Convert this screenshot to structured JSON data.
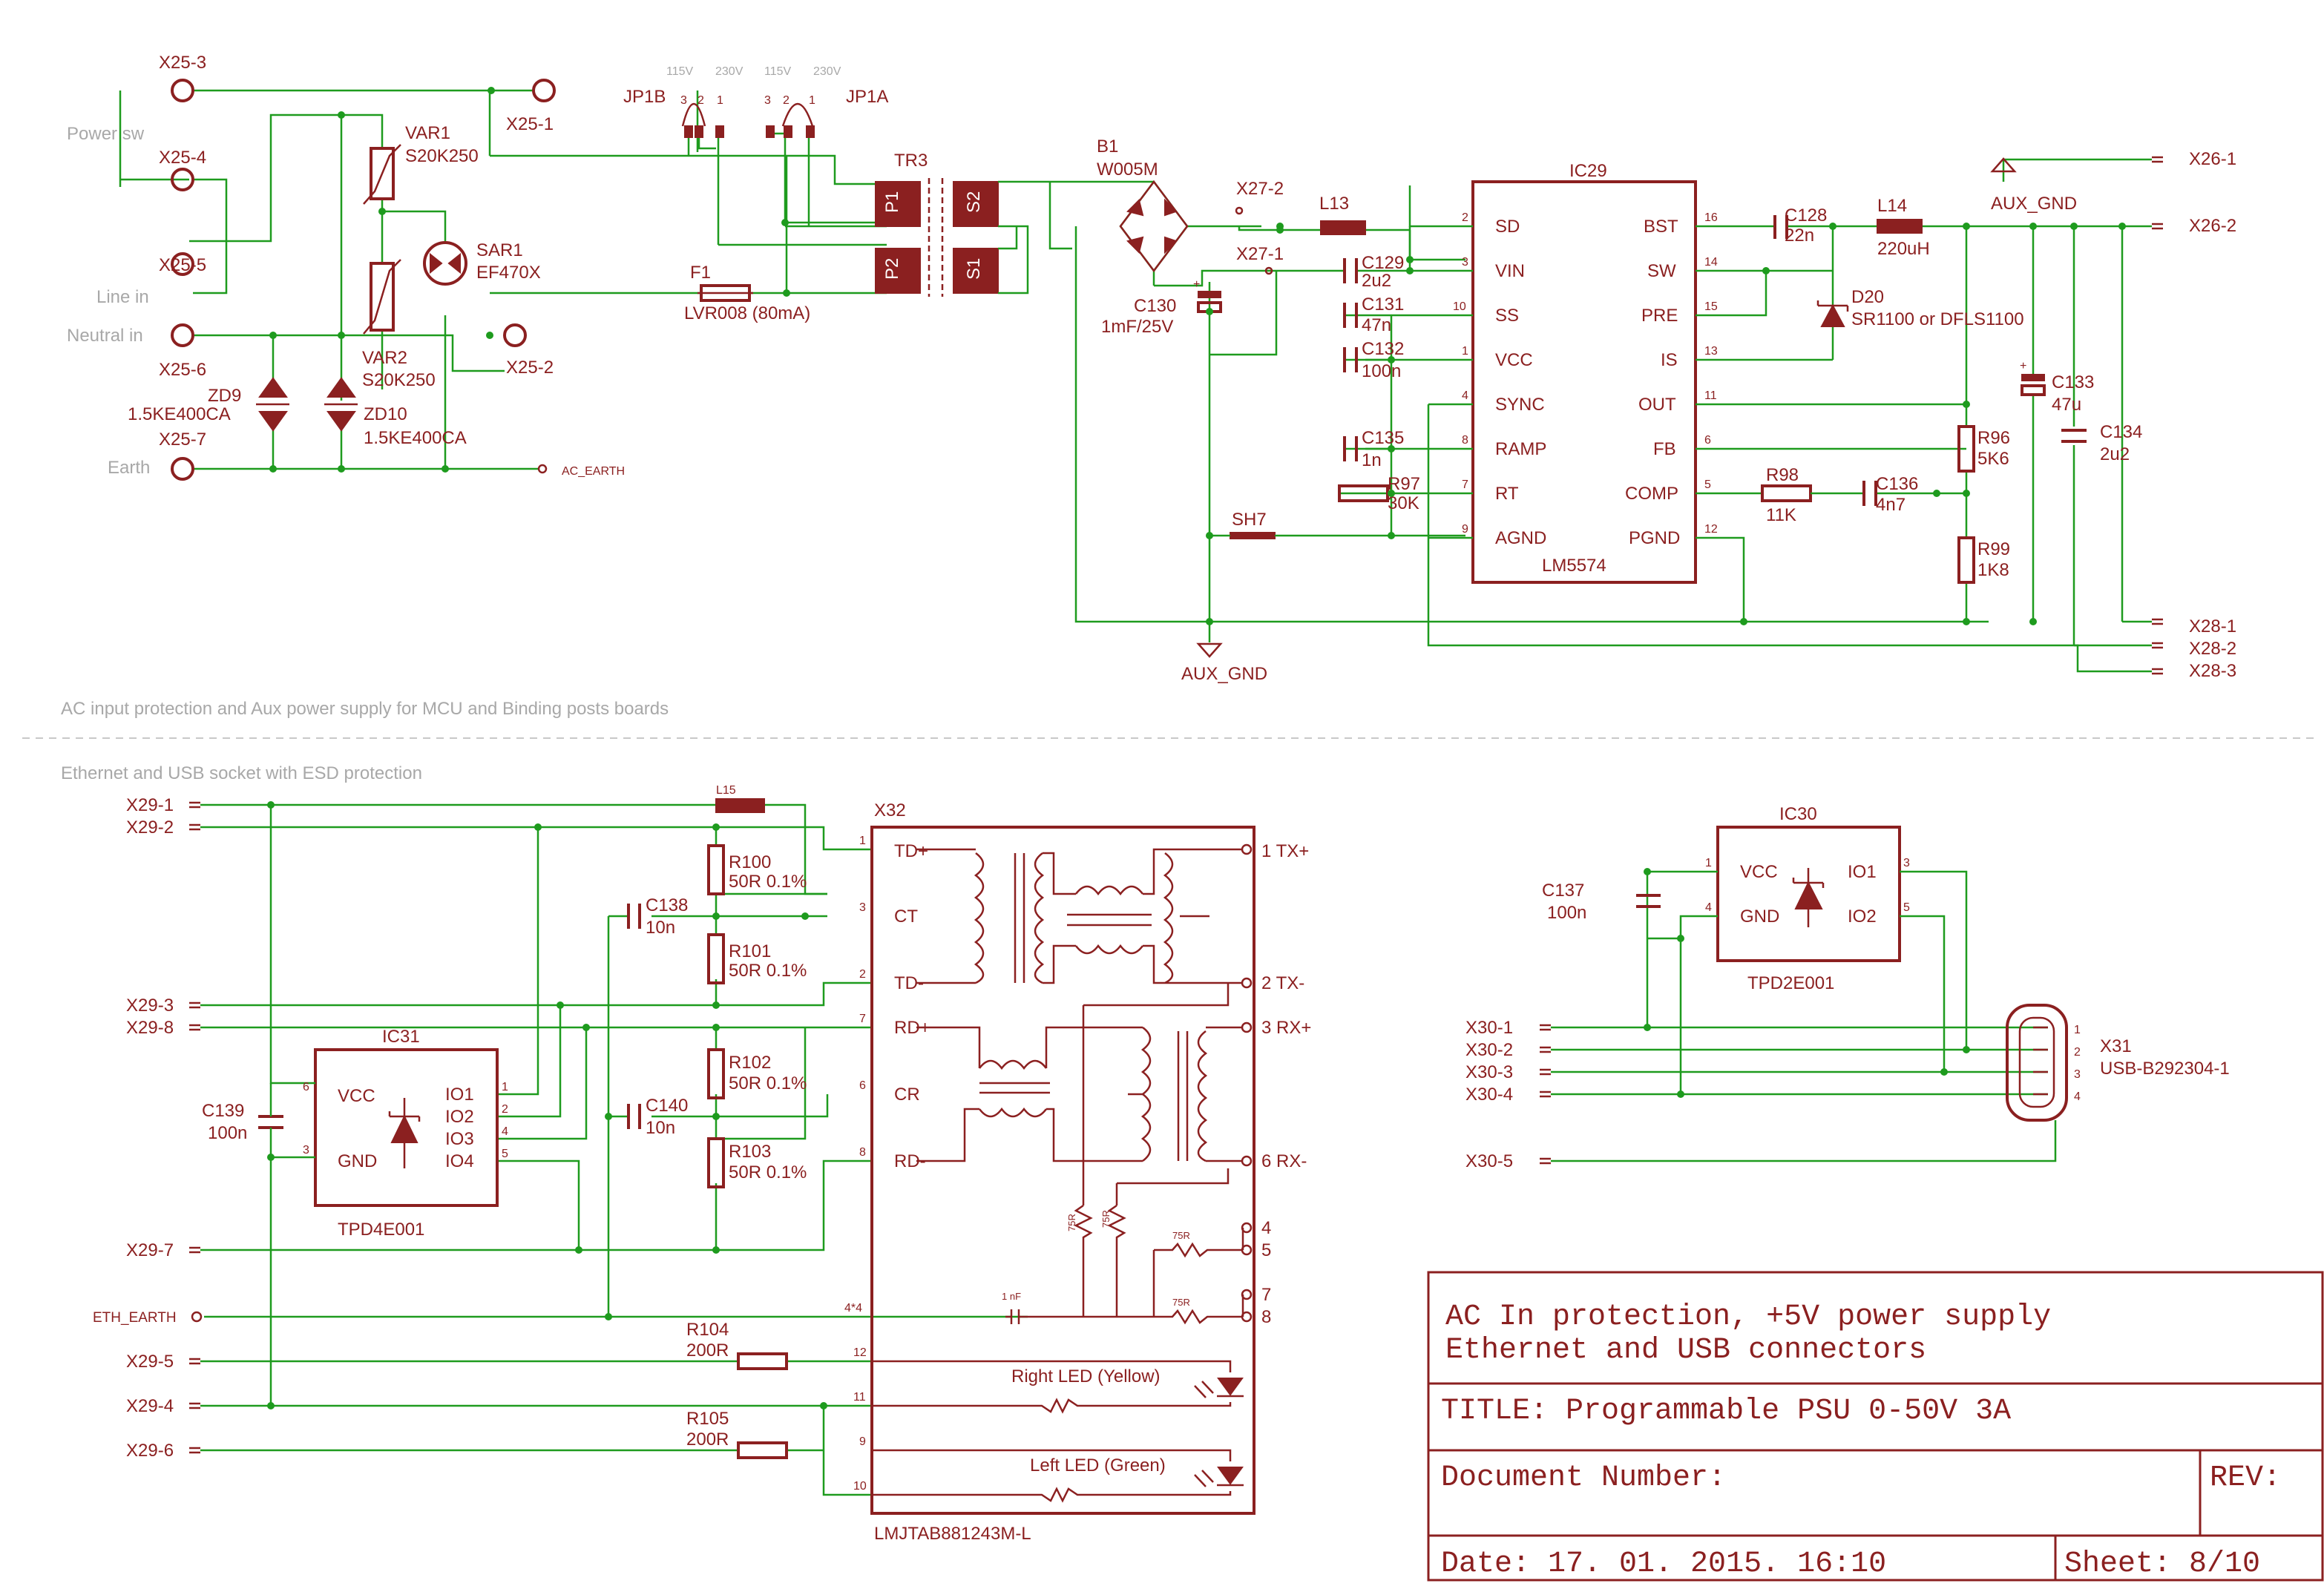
{
  "labels": {
    "x25_3": "X25-3",
    "x25_4": "X25-4",
    "x25_5": "X25-5",
    "x25_6": "X25-6",
    "x25_7": "X25-7",
    "x25_1": "X25-1",
    "x25_2": "X25-2",
    "power_sw": "Power sw",
    "line_in": "Line in",
    "neutral_in": "Neutral in",
    "earth": "Earth",
    "ac_earth": "AC_EARTH",
    "var1": "VAR1",
    "var1_val": "S20K250",
    "var2": "VAR2",
    "var2_val": "S20K250",
    "sar1": "SAR1",
    "sar1_val": "EF470X",
    "zd9": "ZD9",
    "zd9_val": "1.5KE400CA",
    "zd10": "ZD10",
    "zd10_val": "1.5KE400CA",
    "jp1b": "JP1B",
    "jp1a": "JP1A",
    "v115": "115V",
    "v230": "230V",
    "p3": "3",
    "p2": "2",
    "p1": "1",
    "f1": "F1",
    "f1_val": "LVR008 (80mA)",
    "tr3": "TR3",
    "tp1": "P1",
    "tp2": "P2",
    "ts1": "S1",
    "ts2": "S2",
    "b1": "B1",
    "b1_val": "W005M",
    "x27_2": "X27-2",
    "x27_1": "X27-1",
    "c130": "C130",
    "c130_val": "1mF/25V",
    "l13": "L13",
    "sh7": "SH7",
    "aux_gnd": "AUX_GND",
    "c129": "C129",
    "c129_val": "2u2",
    "c131": "C131",
    "c131_val": "47n",
    "c132": "C132",
    "c132_val": "100n",
    "c135": "C135",
    "c135_val": "1n",
    "r97": "R97",
    "r97_val": "30K",
    "ic29": "IC29",
    "lm5574": "LM5574",
    "p_sd": "SD",
    "p_vin": "VIN",
    "p_ss": "SS",
    "p_vcc": "VCC",
    "p_sync": "SYNC",
    "p_ramp": "RAMP",
    "p_rt": "RT",
    "p_agnd": "AGND",
    "p_bst": "BST",
    "p_sw": "SW",
    "p_pre": "PRE",
    "p_is": "IS",
    "p_out": "OUT",
    "p_fb": "FB",
    "p_comp": "COMP",
    "p_pgnd": "PGND",
    "n2": "2",
    "n3": "3",
    "n10": "10",
    "n1": "1",
    "n4": "4",
    "n8": "8",
    "n7": "7",
    "n9": "9",
    "n16": "16",
    "n14": "14",
    "n15": "15",
    "n13": "13",
    "n11": "11",
    "n6": "6",
    "n5": "5",
    "n12": "12",
    "c128": "C128",
    "c128_val": "22n",
    "l14": "L14",
    "l14_val": "220uH",
    "d20": "D20",
    "d20_val": "SR1100 or DFLS1100",
    "c133": "C133",
    "c133_val": "47u",
    "c134": "C134",
    "c134_val": "2u2",
    "r96": "R96",
    "r96_val": "5K6",
    "r99": "R99",
    "r99_val": "1K8",
    "r98": "R98",
    "r98_val": "11K",
    "c136": "C136",
    "c136_val": "4n7",
    "x26_1": "X26-1",
    "x26_2": "X26-2",
    "x28_1": "X28-1",
    "x28_2": "X28-2",
    "x28_3": "X28-3",
    "section1": "AC input protection and Aux power supply for MCU and Binding posts boards",
    "section2": "Ethernet and USB socket with ESD protection",
    "x29_1": "X29-1",
    "x29_2": "X29-2",
    "x29_3": "X29-3",
    "x29_8": "X29-8",
    "x29_7": "X29-7",
    "eth_earth": "ETH_EARTH",
    "x29_5": "X29-5",
    "x29_4": "X29-4",
    "x29_6": "X29-6",
    "l15": "L15",
    "x32": "X32",
    "r100": "R100",
    "r100_val": "50R 0.1%",
    "r101": "R101",
    "r101_val": "50R 0.1%",
    "r102": "R102",
    "r102_val": "50R 0.1%",
    "r103": "R103",
    "r103_val": "50R 0.1%",
    "c138": "C138",
    "c138_val": "10n",
    "c140": "C140",
    "c140_val": "10n",
    "ic31": "IC31",
    "tpd4": "TPD4E001",
    "c139": "C139",
    "c139_val": "100n",
    "g_vcc": "VCC",
    "g_gnd": "GND",
    "io1": "IO1",
    "io2": "IO2",
    "io3": "IO3",
    "io4": "IO4",
    "r104": "R104",
    "r104_val": "200R",
    "r105": "R105",
    "r105_val": "200R",
    "td_p": "TD+",
    "ct": "CT",
    "td_m": "TD-",
    "rd_p": "RD+",
    "cr": "CR",
    "rd_m": "RD-",
    "j1": "1",
    "j3": "3",
    "j2": "2",
    "j7": "7",
    "j6": "6",
    "j8": "8",
    "j44": "4*4",
    "j12": "12",
    "j11": "11",
    "j9": "9",
    "j10": "10",
    "o_tx_p": "1 TX+",
    "o_tx_m": "2 TX-",
    "o_rx_p": "3 RX+",
    "o_rx_m": "6 RX-",
    "o4": "4",
    "o5": "5",
    "o7": "7",
    "o8": "8",
    "r75": "75R",
    "one_nf": "1 nF",
    "right_led": "Right LED (Yellow)",
    "left_led": "Left LED (Green)",
    "lmj": "LMJTAB881243M-L",
    "ic30": "IC30",
    "tpd2": "TPD2E001",
    "c137": "C137",
    "c137_val": "100n",
    "x30_1": "X30-1",
    "x30_2": "X30-2",
    "x30_3": "X30-3",
    "x30_4": "X30-4",
    "x30_5": "X30-5",
    "x31": "X31",
    "usb": "USB-B292304-1",
    "u1": "1",
    "u2": "2",
    "u3": "3",
    "u4": "4"
  },
  "title_block": {
    "line1": "AC In protection, +5V power supply",
    "line2": "Ethernet and USB connectors",
    "title": "TITLE:  Programmable PSU 0-50V 3A",
    "docnum": "Document Number:",
    "rev": "REV:",
    "date": "Date: 17. 01. 2015. 16:10",
    "sheet": "Sheet: 8/10"
  }
}
